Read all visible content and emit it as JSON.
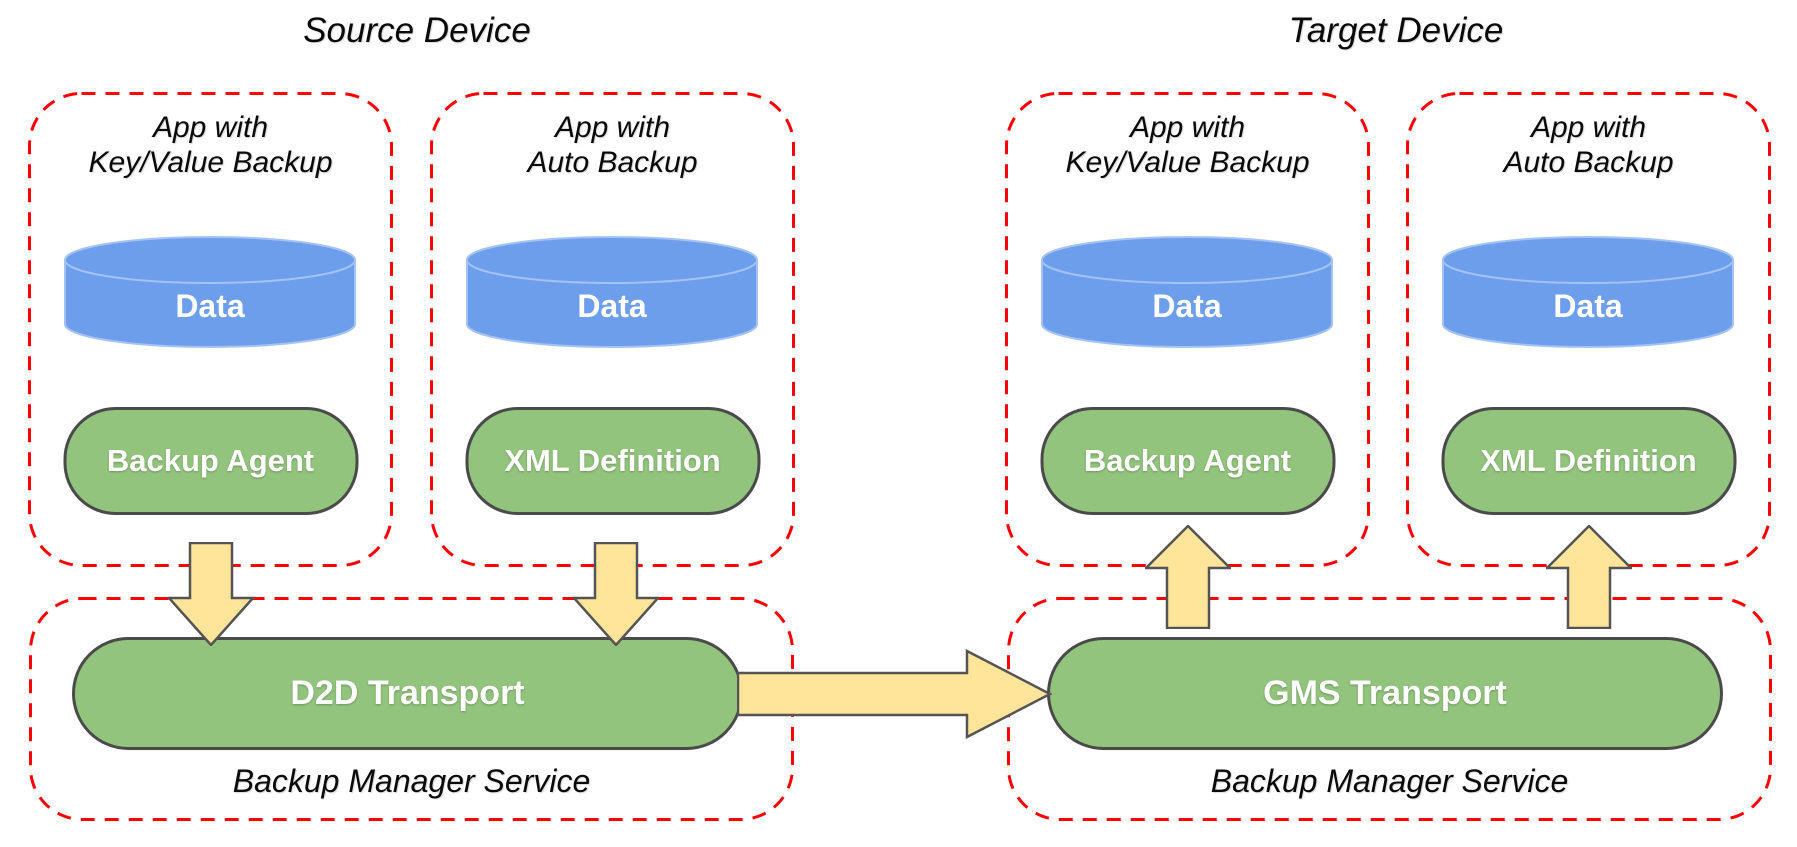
{
  "titles": {
    "source": "Source Device",
    "target": "Target Device"
  },
  "app_boxes": [
    {
      "device": "source",
      "label_line1": "App with",
      "label_line2": "Key/Value Backup",
      "data_label": "Data",
      "component": "Backup Agent"
    },
    {
      "device": "source",
      "label_line1": "App with",
      "label_line2": "Auto Backup",
      "data_label": "Data",
      "component": "XML Definition"
    },
    {
      "device": "target",
      "label_line1": "App with",
      "label_line2": "Key/Value Backup",
      "data_label": "Data",
      "component": "Backup Agent"
    },
    {
      "device": "target",
      "label_line1": "App with",
      "label_line2": "Auto Backup",
      "data_label": "Data",
      "component": "XML Definition"
    }
  ],
  "service_boxes": [
    {
      "device": "source",
      "transport": "D2D Transport",
      "label": "Backup Manager Service"
    },
    {
      "device": "target",
      "transport": "GMS Transport",
      "label": "Backup Manager Service"
    }
  ],
  "colors": {
    "box_border_red": "#ff0000",
    "cylinder_blue": "#6d9eeb",
    "cylinder_stroke": "#a4c2f4",
    "pill_green": "#93c47d",
    "pill_stroke": "#4a4a4a",
    "arrow_yellow": "#ffe599",
    "arrow_stroke": "#545454",
    "pill_text": "#ffffff",
    "label_text": "#0a0a0a"
  }
}
